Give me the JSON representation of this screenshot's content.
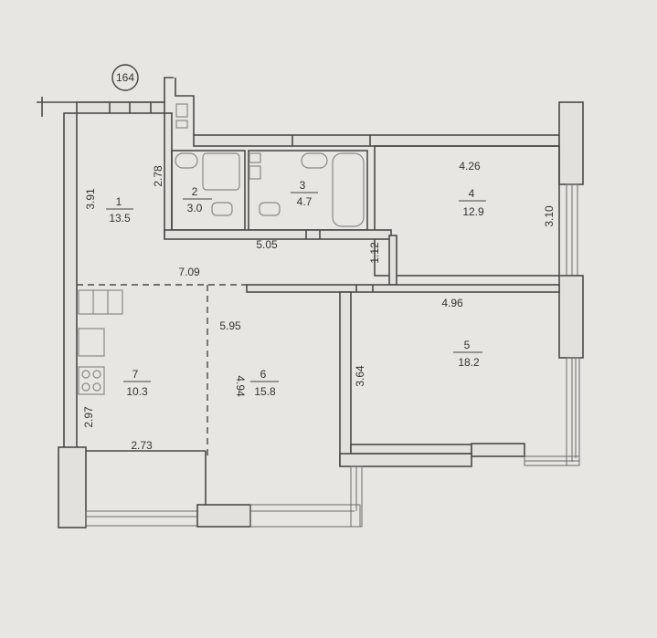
{
  "plan": {
    "axis_marker": "164",
    "rooms": [
      {
        "number": "1",
        "area": "13.5"
      },
      {
        "number": "2",
        "area": "3.0"
      },
      {
        "number": "3",
        "area": "4.7"
      },
      {
        "number": "4",
        "area": "12.9"
      },
      {
        "number": "5",
        "area": "18.2"
      },
      {
        "number": "6",
        "area": "15.8"
      },
      {
        "number": "7",
        "area": "10.3"
      }
    ],
    "dimensions": {
      "d_391": "3.91",
      "d_278": "2.78",
      "d_505": "5.05",
      "d_709": "7.09",
      "d_112": "1.12",
      "d_426": "4.26",
      "d_310": "3.10",
      "d_496": "4.96",
      "d_595": "5.95",
      "d_494": "4.94",
      "d_364": "3.64",
      "d_297": "2.97",
      "d_273": "2.73"
    }
  }
}
